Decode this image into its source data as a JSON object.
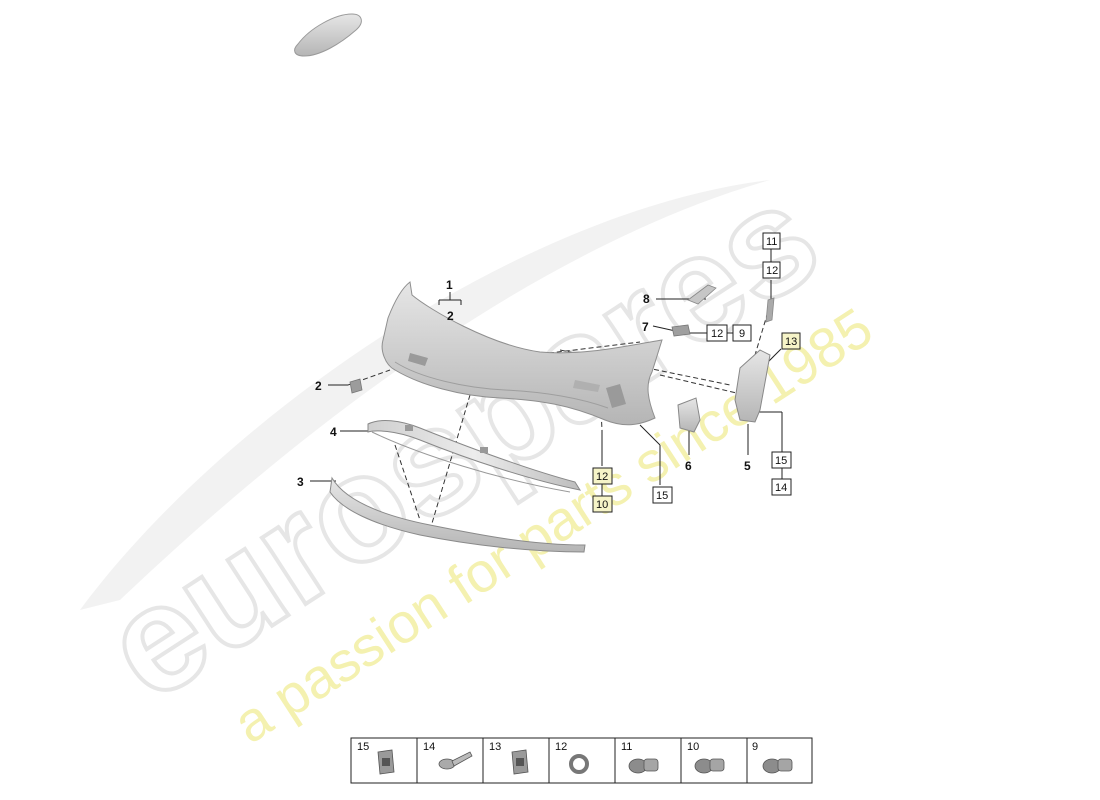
{
  "watermark": {
    "brand": "eurospares",
    "tagline": "a passion for parts since 1985"
  },
  "callouts": {
    "c1": "1",
    "c2a": "2",
    "c2b": "2",
    "c3": "3",
    "c4": "4",
    "c5": "5",
    "c6": "6",
    "c7": "7",
    "c8": "8"
  },
  "boxes": {
    "b11": "11",
    "b12a": "12",
    "b13": "13",
    "b12b": "12",
    "b9": "9",
    "b12c": "12",
    "b10": "10",
    "b15a": "15",
    "b15b": "15",
    "b14": "14"
  },
  "legend": [
    "15",
    "14",
    "13",
    "12",
    "11",
    "10",
    "9"
  ],
  "colors": {
    "part_fill": "#d8d8d8",
    "part_dark": "#a9a9a9",
    "highlight_box": "#f6f4c8",
    "watermark": "#ededed",
    "watermark_yellow": "#f3f0a6"
  }
}
